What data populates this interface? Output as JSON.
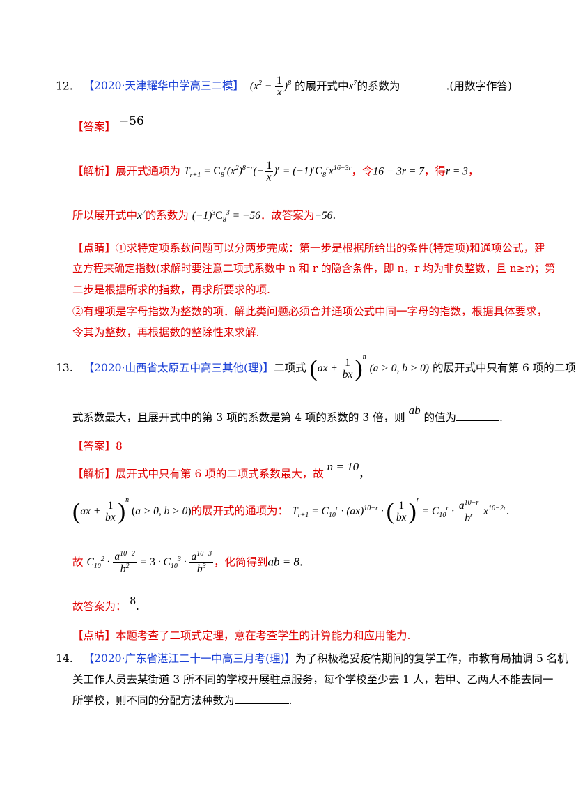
{
  "q12": {
    "number": "12.",
    "source": "【2020·天津耀华中学高三二模】",
    "expr_exp": "8",
    "text_a": "的展开式中",
    "text_b": "的系数为",
    "text_c": ".(用数字作答)",
    "answer_label": "【答案】",
    "answer_value": "−56",
    "analysis_label": "【解析】",
    "analysis_text1": "展开式通项为",
    "analysis_text2": "，令",
    "analysis_eq": "16 − 3r = 7",
    "analysis_text3": "，得",
    "analysis_result": "r = 3",
    "line2_a": "所以展开式中",
    "line2_b": "的系数为",
    "line2_c": "．故答案为",
    "line2_value": "−56",
    "comment_label": "【点睛】",
    "comment_1": "①求特定项系数问题可以分两步完成：第一步是根据所给出的条件(特定项)和通项公式，建",
    "comment_2": "立方程来确定指数(求解时要注意二项式系数中 n 和 r 的隐含条件，即 n，r 均为非负整数，且 n≥r)；第",
    "comment_3": "二步是根据所求的指数，再求所要求的项.",
    "comment_4": "②有理项是字母指数为整数的项．解此类问题必须合并通项公式中同一字母的指数，根据具体要求，",
    "comment_5": "令其为整数，再根据数的整除性来求解."
  },
  "q13": {
    "number": "13.",
    "source": "【2020·山西省太原五中高三其他(理)】",
    "text_a": "二项式",
    "cond": "(a > 0, b > 0)",
    "text_b": "的展开式中只有第 6 项的二项",
    "text_c": "式系数最大，且展开式中的第 3 项的系数是第 4 项的系数的 3 倍，则",
    "text_d": "的值为",
    "answer_label": "【答案】",
    "answer_value": "8",
    "analysis_label": "【解析】",
    "analysis_text1": "展开式中只有第 6 项的二项式系数最大，故",
    "n_eq": "n = 10",
    "analysis_text2": "的展开式的通项为：",
    "gu": "故",
    "simplify": "，化简得到",
    "ab_eq": "ab = 8",
    "final_label": "故答案为：",
    "final_value": "8",
    "comment_label": "【点睛】",
    "comment_text": "本题考查了二项式定理，意在考查学生的计算能力和应用能力."
  },
  "q14": {
    "number": "14.",
    "source": "【2020·广东省湛江二十一中高三月考(理)】",
    "line1": "为了积极稳妥疫情期间的复学工作，市教育局抽调 5 名机",
    "line2": "关工作人员去某街道 3 所不同的学校开展驻点服务，每个学校至少去 1 人，若甲、乙两人不能去同一",
    "line3": "所学校，则不同的分配方法种数为"
  }
}
